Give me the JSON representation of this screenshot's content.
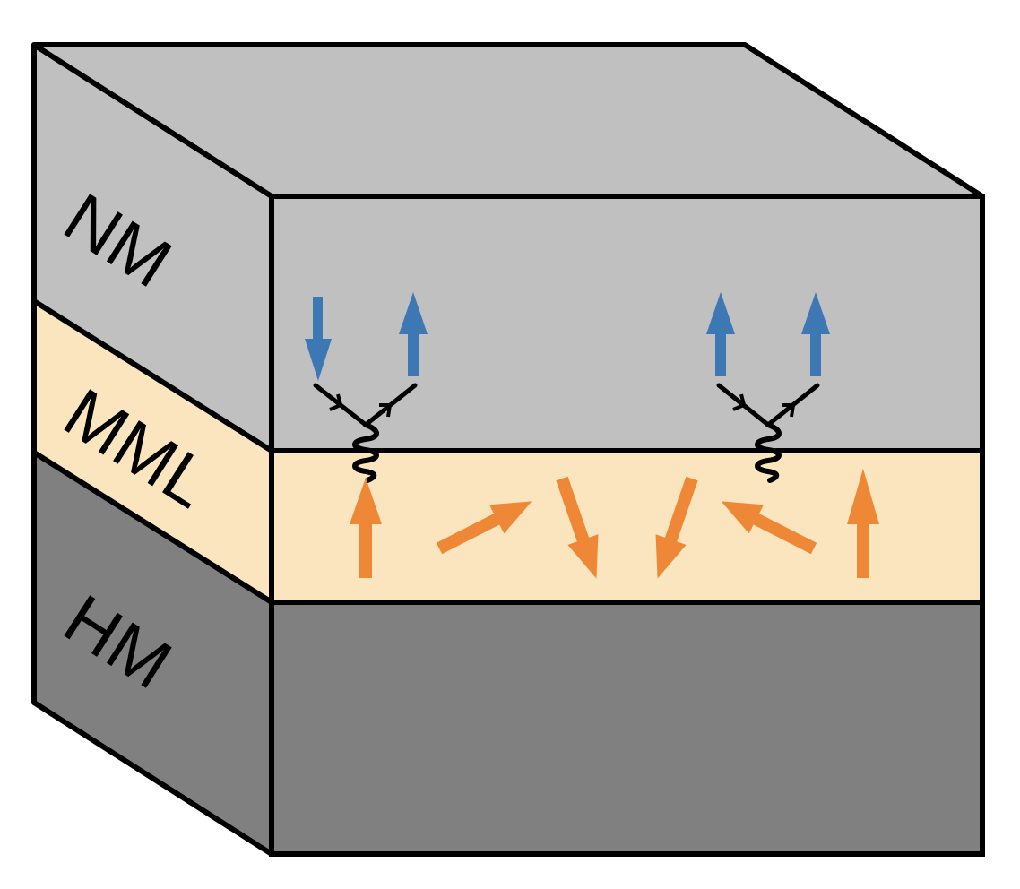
{
  "layers": {
    "top": {
      "label": "NM",
      "front_color": "#c0c0c0",
      "side_color": "#c0c0c0",
      "top_color": "#c0c0c0"
    },
    "middle": {
      "label": "MML",
      "front_color": "#fae5be",
      "side_color": "#fae5be"
    },
    "bottom": {
      "label": "HM",
      "front_color": "#808080",
      "side_color": "#808080"
    }
  },
  "colors": {
    "outline": "#000000",
    "electron_spin_arrow": "#3d78b4",
    "magnetization_arrow": "#ee8836"
  },
  "icons": {
    "interaction": [
      "scattering-vertex-icon",
      "wavy-line-icon"
    ],
    "spins": [
      "spin-down-arrow-icon",
      "spin-up-arrow-icon"
    ],
    "magnons": [
      "magnetization-arrow-icon"
    ]
  }
}
